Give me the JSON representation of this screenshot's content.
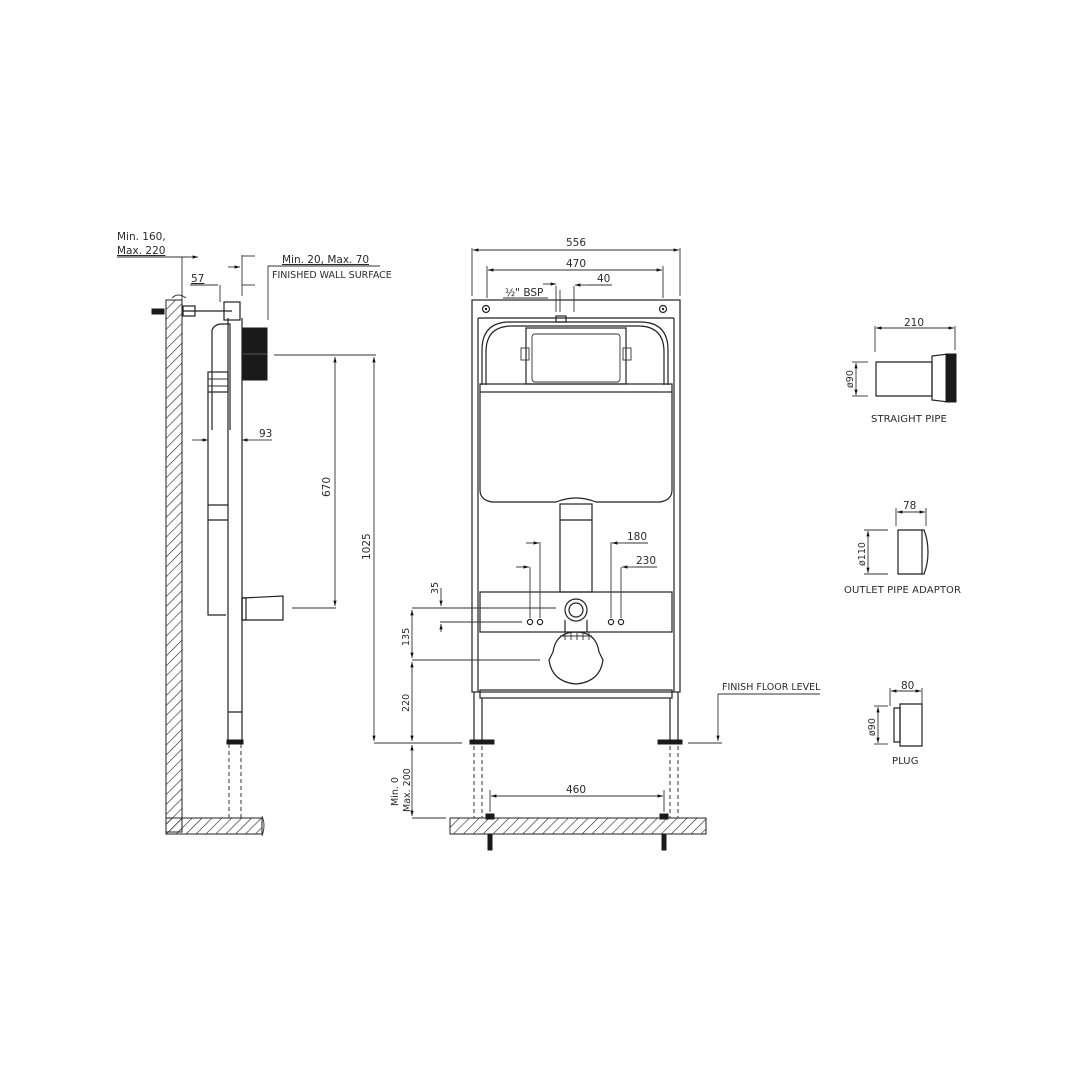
{
  "drawing": {
    "side_view": {
      "labels": {
        "wall_depth": [
          "Min. 160,",
          "Max. 220"
        ],
        "frame_offset": "57",
        "finish_thickness": "Min. 20, Max. 70",
        "finished_wall": "FINISHED WALL SURFACE",
        "frame_depth": "93",
        "outlet_height": "670",
        "total_height": "1025"
      }
    },
    "front_view": {
      "labels": {
        "overall_width": "556",
        "mount_width": "470",
        "inlet": "½\" BSP",
        "inlet_offset": "40",
        "bolt_spacing_inner": "180",
        "bolt_spacing_outer": "230",
        "upper_bolt_offset": "35",
        "pan_offset": "135",
        "floor_to_pan": "220",
        "adjust_range": [
          "Min. 0",
          "Max. 200"
        ],
        "foot_spacing": "460",
        "finish_floor": "FINISH FLOOR LEVEL"
      }
    },
    "accessories": [
      {
        "name": "STRAIGHT PIPE",
        "length": "210",
        "diameter": "ø90"
      },
      {
        "name": "OUTLET PIPE ADAPTOR",
        "length": "78",
        "diameter": "ø110"
      },
      {
        "name": "PLUG",
        "length": "80",
        "diameter": "ø90"
      }
    ]
  }
}
